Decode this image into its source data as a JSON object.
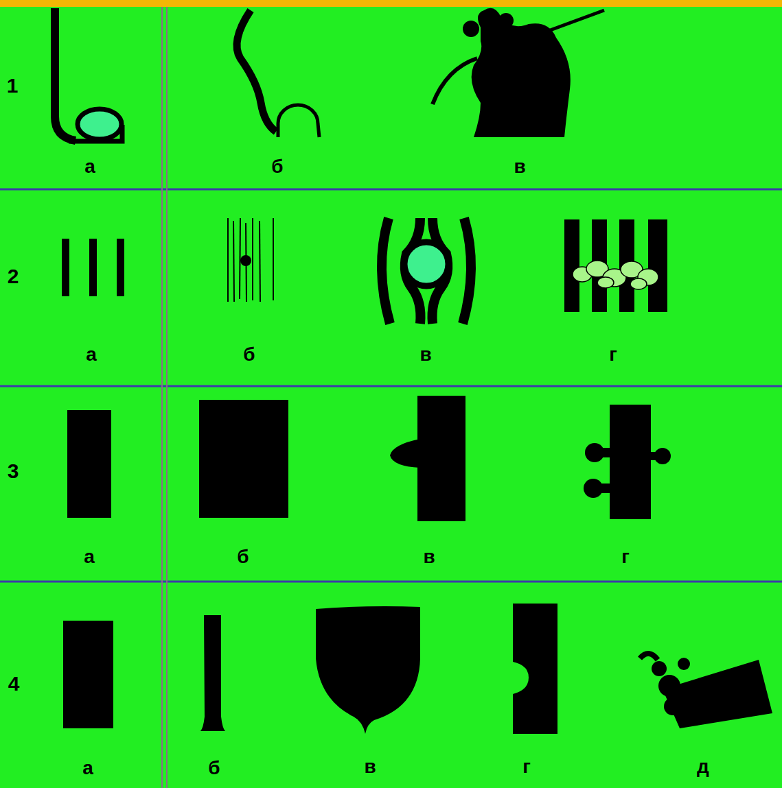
{
  "diagram": {
    "labels": [
      "1",
      "а",
      "б",
      "в",
      "2",
      "а",
      "б",
      "в",
      "г",
      "3",
      "а",
      "б",
      "в",
      "г",
      "4",
      "а",
      "б",
      "в",
      "г",
      "д"
    ]
  }
}
